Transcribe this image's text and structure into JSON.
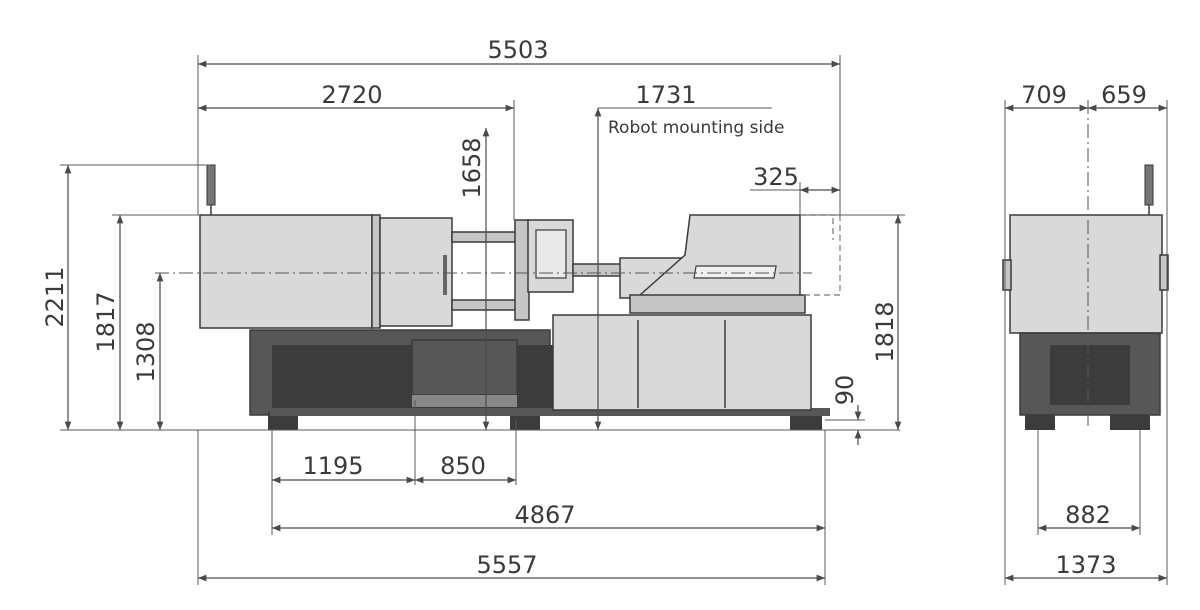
{
  "diagram": {
    "note": "Robot mounting side",
    "dimensions": {
      "overall_length_top": "5503",
      "clamp_length": "2720",
      "robot_side": "1731",
      "nozzle_offset": "325",
      "platen_height": "1658",
      "overall_height": "2211",
      "hopper_height": "1817",
      "center_height": "1308",
      "injection_height": "1818",
      "foot_height": "90",
      "foot_spacing_1": "1195",
      "foot_spacing_2": "850",
      "base_length": "4867",
      "overall_length_bottom": "5557",
      "side_left": "709",
      "side_right": "659",
      "side_foot": "882",
      "side_width": "1373"
    }
  }
}
